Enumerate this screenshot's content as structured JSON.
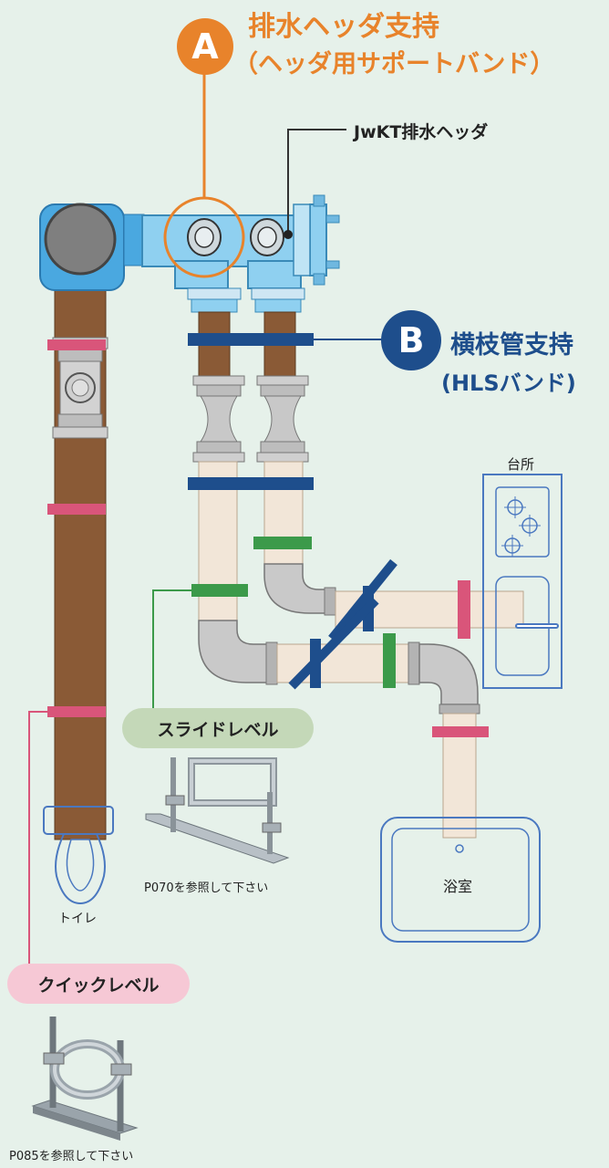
{
  "callout_a": {
    "badge": "A",
    "title_line1": "排水ヘッダ支持",
    "title_line2": "（ヘッダ用サポートバンド）"
  },
  "header_label": "JwKT排水ヘッダ",
  "callout_b": {
    "badge": "B",
    "title_line1": "横枝管支持",
    "title_line2": "(HLSバンド)"
  },
  "kitchen_label": "台所",
  "bath_label": "浴室",
  "toilet_label": "トイレ",
  "slide_level": {
    "label": "スライドレベル",
    "ref": "P070を参照して下さい"
  },
  "quick_level": {
    "label": "クイックレベル",
    "ref": "P085を参照して下さい"
  },
  "colors": {
    "background": "#e6f1ea",
    "orange": "#e8832b",
    "navy": "#1e4e8c",
    "pipe_brown": "#8a5a36",
    "pipe_beige": "#f2e6d8",
    "green": "#3c9a4a",
    "pink": "#d9557a",
    "light_blue": "#8fd0f0",
    "slide_pill": "#c4d8b8",
    "quick_pill": "#f6c8d5"
  }
}
